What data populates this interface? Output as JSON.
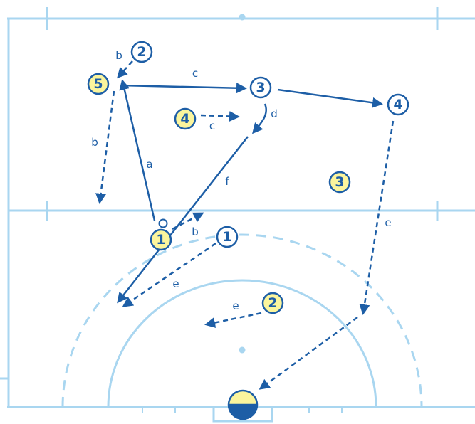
{
  "colors": {
    "field": "#a9d6f0",
    "accent": "#1d5ea6",
    "attacker_fill": "#fbf59d",
    "defender_fill": "#ffffff"
  },
  "attackers": [
    {
      "id": "att-1",
      "label": "1"
    },
    {
      "id": "att-2",
      "label": "2"
    },
    {
      "id": "att-3",
      "label": "3"
    },
    {
      "id": "att-4",
      "label": "4"
    },
    {
      "id": "att-5",
      "label": "5"
    }
  ],
  "defenders": [
    {
      "id": "def-1",
      "label": "1"
    },
    {
      "id": "def-2",
      "label": "2"
    },
    {
      "id": "def-3",
      "label": "3"
    },
    {
      "id": "def-4",
      "label": "4"
    }
  ],
  "action_labels": [
    {
      "id": "lbl-a",
      "text": "a"
    },
    {
      "id": "lbl-b-top",
      "text": "b"
    },
    {
      "id": "lbl-b-left",
      "text": "b"
    },
    {
      "id": "lbl-b-right",
      "text": "b"
    },
    {
      "id": "lbl-c-top",
      "text": "c"
    },
    {
      "id": "lbl-c-mid",
      "text": "c"
    },
    {
      "id": "lbl-d",
      "text": "d"
    },
    {
      "id": "lbl-e-left",
      "text": "e"
    },
    {
      "id": "lbl-e-mid",
      "text": "e"
    },
    {
      "id": "lbl-e-right",
      "text": "e"
    },
    {
      "id": "lbl-f",
      "text": "f"
    }
  ]
}
